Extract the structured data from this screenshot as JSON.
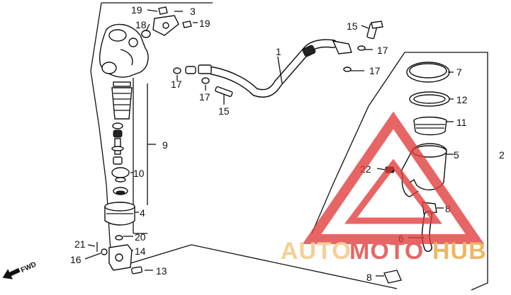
{
  "callouts": {
    "c1": "1",
    "c2": "2",
    "c3": "3",
    "c4": "4",
    "c5": "5",
    "c6": "6",
    "c7": "7",
    "c8a": "8",
    "c8b": "8",
    "c9": "9",
    "c10": "10",
    "c11": "11",
    "c12": "12",
    "c13": "13",
    "c14": "14",
    "c15a": "15",
    "c15b": "15",
    "c16": "16",
    "c17a": "17",
    "c17b": "17",
    "c17c": "17",
    "c17d": "17",
    "c18": "18",
    "c19a": "19",
    "c19b": "19",
    "c20": "20",
    "c21": "21",
    "c22": "22"
  },
  "fwd_label": "FWD",
  "watermark": {
    "part1": "AUTO",
    "part2": "MOTO",
    "part3": "HUB",
    "color_dark": "#e8a43a",
    "color_red": "#e23b3b",
    "color_light": "#f2c27a"
  }
}
